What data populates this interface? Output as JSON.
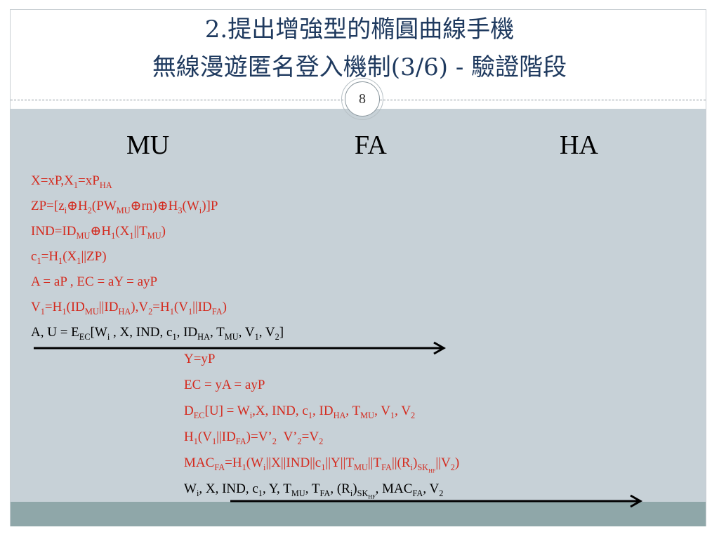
{
  "slide": {
    "title_line1": "2.提出增強型的橢圓曲線手機",
    "title_line2": "無線漫遊匿名登入機制(3/6) - 驗證階段",
    "page_number": "8"
  },
  "entities": [
    "MU",
    "FA",
    "HA"
  ],
  "colors": {
    "red_text": "#d42a1e",
    "content_bg": "#c7d1d7",
    "title": "#1f3a5f",
    "band": "#8fa7a9"
  },
  "mu_steps": [
    "X=xP,X<sub>1</sub>=xP<sub>HA</sub>",
    "ZP=[z<sub>i</sub>⊕H<sub>2</sub>(PW<sub>MU</sub>⊕rn)⊕H<sub>3</sub>(W<sub>i</sub>)]P",
    "IND=ID<sub>MU</sub>⊕H<sub>1</sub>(X<sub>1</sub>||T<sub>MU</sub>)",
    "c<sub>1</sub>=H<sub>1</sub>(X<sub>1</sub>||ZP)",
    "A = aP , EC = aY = ayP",
    "V<sub>1</sub>=H<sub>1</sub>(ID<sub>MU</sub>||ID<sub>HA</sub>),V<sub>2</sub>=H<sub>1</sub>(V<sub>1</sub>||ID<sub>FA</sub>)"
  ],
  "message1": "A, U = E<sub>EC</sub>[W<sub>i</sub> , X, IND, c<sub>1</sub>, ID<sub>HA</sub>, T<sub>MU</sub>, V<sub>1</sub>, V<sub>2</sub>]",
  "fa_steps": [
    "Y=yP",
    "EC = yA = ayP",
    "D<sub>EC</sub>[U] = W<sub>i</sub>,X, IND, c<sub>1</sub>, ID<sub>HA</sub>, T<sub>MU</sub>, V<sub>1</sub>, V<sub>2</sub>",
    "H<sub>1</sub>(V<sub>1</sub>||ID<sub>FA</sub>)=V’<sub>2</sub>&nbsp;&nbsp;V’<sub>2</sub>=V<sub>2</sub>",
    "MAC<sub>FA</sub>=H<sub>1</sub>(W<sub>i</sub>||X||IND||c<sub>1</sub>||Y||T<sub>MU</sub>||T<sub>FA</sub>||(R<sub>i</sub>)<sub>SK<sub>HF</sub></sub>||V<sub>2</sub>)"
  ],
  "message2": "W<sub>i</sub>, X, IND, c<sub>1</sub>, Y, T<sub>MU</sub>, T<sub>FA</sub>, (R<sub>i</sub>)<sub>SK<sub>HF</sub></sub>, MAC<sub>FA</sub>, V<sub>2</sub>"
}
